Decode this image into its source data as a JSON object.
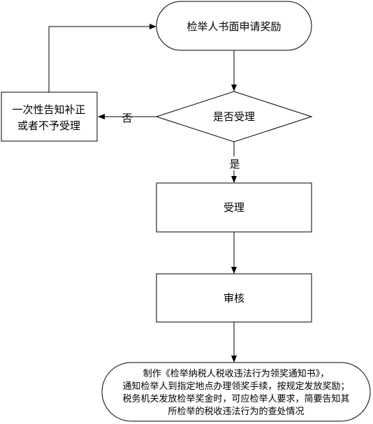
{
  "nodes": {
    "start": {
      "label": "检举人书面申请奖励"
    },
    "decision": {
      "label": "是否受理"
    },
    "notify": {
      "lines": [
        "一次性告知补正",
        "或者不予受理"
      ]
    },
    "accept": {
      "label": "受理"
    },
    "review": {
      "label": "审核"
    },
    "end": {
      "lines": [
        "制作《检举纳税人税收违法行为领奖通知书》，",
        "通知检举人到指定地点办理领奖手续，按规定发放奖励；",
        "税务机关发放检举奖金时，可应检举人要求，简要告知其",
        "所检举的税收违法行为的查处情况"
      ]
    }
  },
  "edges": {
    "no_label": "否",
    "yes_label": "是"
  }
}
